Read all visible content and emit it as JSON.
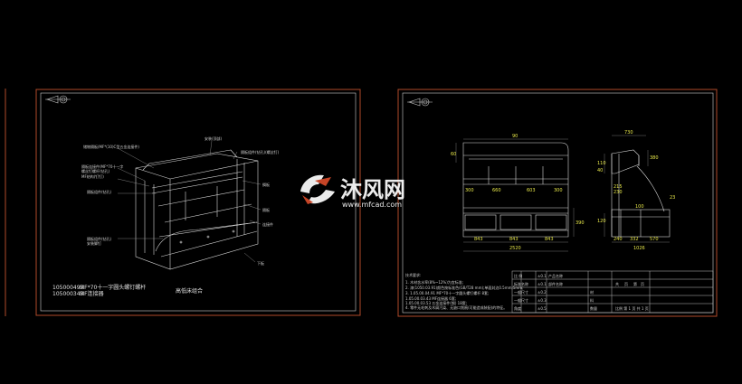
{
  "left_sheet": {
    "callouts": [
      "储物隔板(MF*(10)C型五金连接件)",
      "隔板连接件(MF*70十一字",
      "螺丝钉螺杆(钻孔)",
      "MF结构(钉钉)",
      "隔板组件(钻孔)",
      "安装(顶部)",
      "隔板组件(钻孔)(螺丝钉)",
      "搁板",
      "隔板",
      "连接件",
      "隔板组件(钻孔)",
      "安装脚钉",
      "下板"
    ],
    "part_list": [
      {
        "code": "105000493",
        "desc": "MF*70十一字圆头螺钉螺杆"
      },
      {
        "code": "105000343",
        "desc": "MF连接器"
      }
    ],
    "caption": "高低床组合"
  },
  "watermark": {
    "brand": "沐风网",
    "url": "www.mfcad.com"
  },
  "front_view": {
    "top_dim": "90",
    "side_left": "60",
    "inner_dims": [
      "300",
      "660",
      "603",
      "300"
    ],
    "bottom_dims": [
      "843",
      "843",
      "843"
    ],
    "overall": "2520",
    "right_dim": "390"
  },
  "side_view": {
    "top_dim": "730",
    "left_dims": [
      "110",
      "40",
      "120"
    ],
    "right_dims": [
      "380"
    ],
    "arc_dim": "23",
    "mid_dims": [
      "215",
      "230"
    ],
    "base_dims": [
      "100",
      "240",
      "332",
      "570"
    ],
    "bottom": "1026"
  },
  "notes": {
    "title": "技术要求:",
    "lines": [
      "1. 木材含水率(8%~12%)为宜标准;",
      "2. 漆(1050.03.91)颜色按标准色(GB/T28 mm);单面封边0.5mm,5mm;",
      "3. 1.05.00.04.91  MF*70十一字圆头螺钉螺杆   8套;",
      "   1.05.00.03.43  MF连接器    6套;",
      "   1.05.00.03.53  五金连接件(钢)    18套;",
      "4. 零件无毛刺及木屑污染、无缺口划痕(可能造成装配)的特征。"
    ]
  },
  "title_block": {
    "rows": [
      [
        "比 例",
        "±0.1",
        "产品名称"
      ],
      [
        "标准名称",
        "±0.1",
        "部件名称"
      ],
      [
        "一般尺寸",
        "±0.2",
        "材"
      ],
      [
        "一般尺寸",
        "±0.3",
        "料"
      ],
      [
        "角度",
        "±0.5",
        "数量"
      ]
    ],
    "right_cells": [
      "共",
      "页",
      "第",
      "页",
      "比例",
      "1:1",
      "图号"
    ],
    "sheet_info": "比例  第 1 页 共 1 页"
  }
}
